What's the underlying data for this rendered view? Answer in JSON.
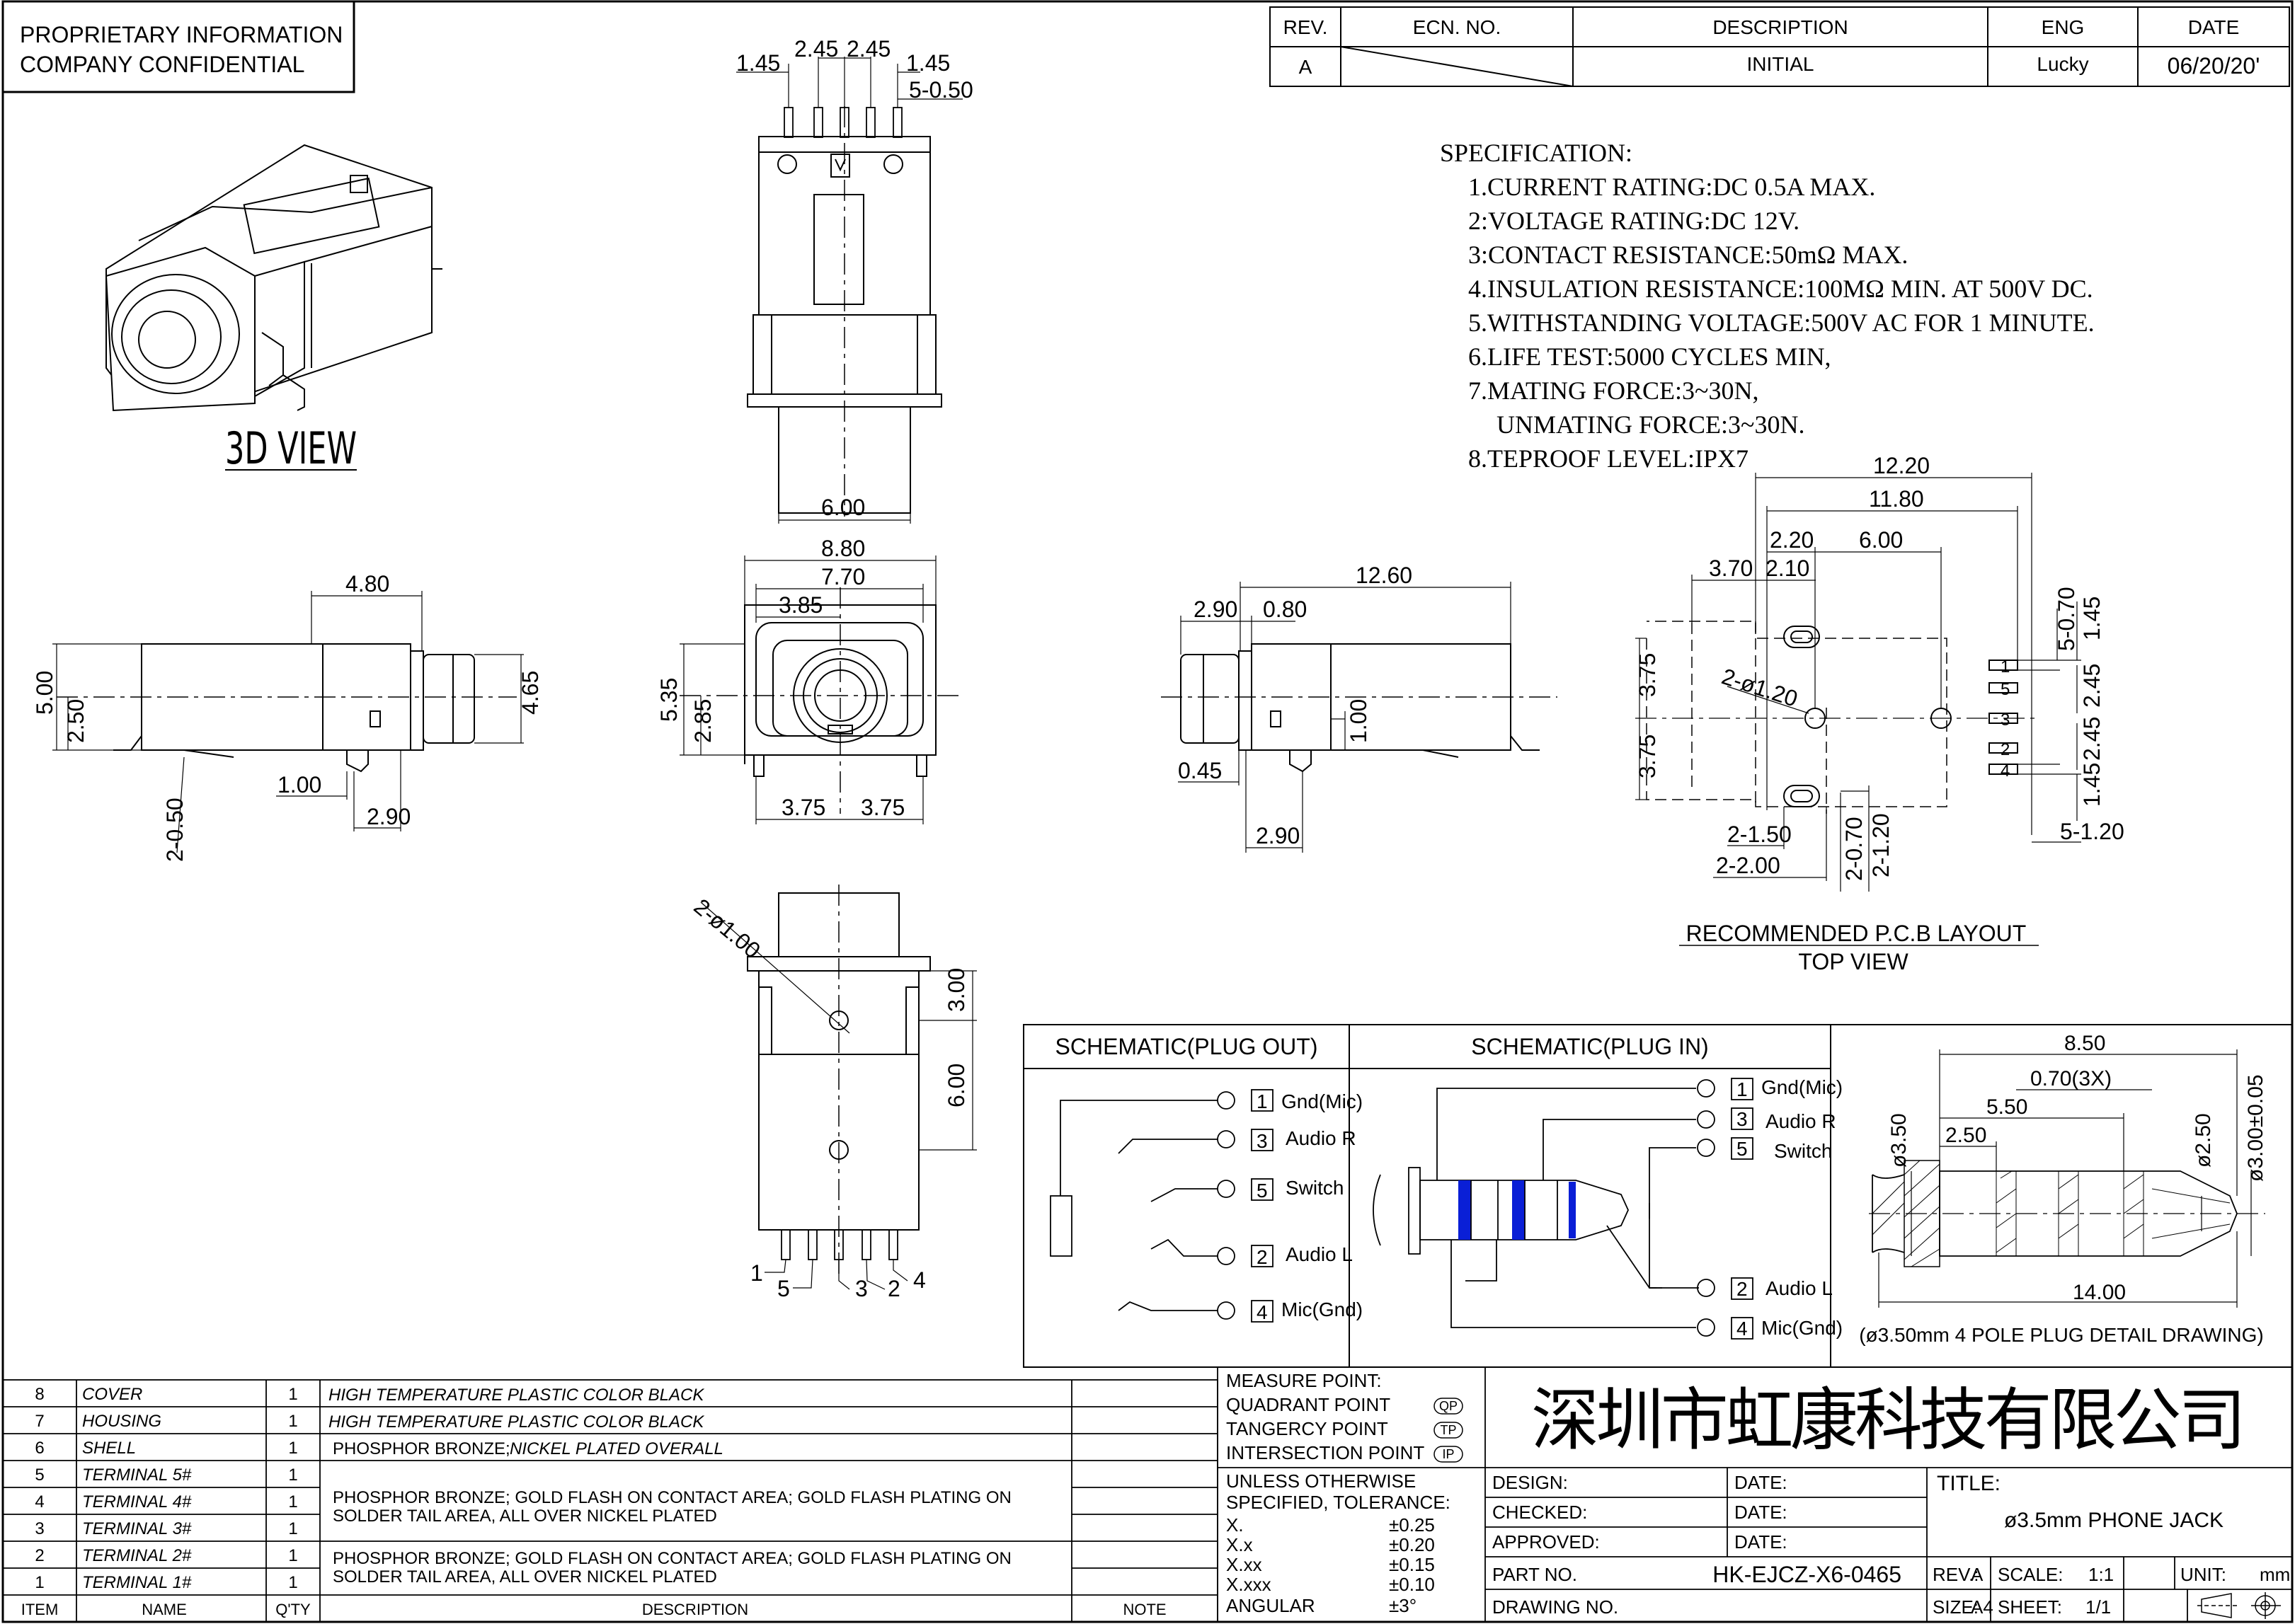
{
  "confidential": {
    "line1": "PROPRIETARY INFORMATION",
    "line2": "COMPANY CONFIDENTIAL"
  },
  "revision": {
    "headers": [
      "REV.",
      "ECN. NO.",
      "DESCRIPTION",
      "ENG",
      "DATE"
    ],
    "row": {
      "rev": "A",
      "description": "INITIAL",
      "eng": "Lucky",
      "date": "06/20/20'"
    }
  },
  "specification": {
    "title": "SPECIFICATION:",
    "items": [
      "1.CURRENT RATING:DC 0.5A MAX.",
      "2:VOLTAGE RATING:DC 12V.",
      "3:CONTACT RESISTANCE:50mΩ MAX.",
      "4.INSULATION RESISTANCE:100MΩ MIN. AT 500V DC.",
      "5.WITHSTANDING VOLTAGE:500V AC FOR 1 MINUTE.",
      "6.LIFE TEST:5000 CYCLES MIN,",
      "7.MATING FORCE:3~30N,",
      "UNMATING FORCE:3~30N.",
      "8.TEPROOF LEVEL:IPX7"
    ]
  },
  "view3d_label": "3D VIEW",
  "top_view_dims": {
    "d1": "1.45",
    "d2": "2.45",
    "d3": "2.45",
    "d4": "1.45",
    "d5": "5-0.50",
    "d6": "6.00"
  },
  "side_view_dims": {
    "d1": "4.80",
    "d2": "5.00",
    "d3": "2.50",
    "d4": "4.65",
    "d5": "1.00",
    "d6": "2.90",
    "d7": "2-0.50"
  },
  "front_view_dims": {
    "d1": "8.80",
    "d2": "7.70",
    "d3": "3.85",
    "d4": "5.35",
    "d5": "2.85",
    "d6": "3.75",
    "d7": "3.75"
  },
  "right_view_dims": {
    "d1": "12.60",
    "d2": "2.90",
    "d3": "0.80",
    "d4": "1.00",
    "d5": "0.45",
    "d6": "2.90"
  },
  "bottom_view_dims": {
    "d1": "2-ø1.00",
    "d2": "3.00",
    "d3": "6.00",
    "pins": [
      "1",
      "5",
      "3",
      "2",
      "4"
    ]
  },
  "pcb_layout": {
    "title": "RECOMMENDED P.C.B LAYOUT",
    "subtitle": "TOP VIEW",
    "dims": {
      "d1": "12.20",
      "d2": "11.80",
      "d3": "2.20",
      "d4": "6.00",
      "d5": "3.70",
      "d6": "2.10",
      "d7": "2-ø1.20",
      "d8": "3.75",
      "d9": "3.75",
      "d10": "5-0.70",
      "d11": "1.45",
      "d12": "2.45",
      "d13": "2.45",
      "d14": "1.45",
      "d15": "5-1.20",
      "d16": "2-1.50",
      "d17": "2-2.00",
      "d18": "2-0.70",
      "d19": "2-1.20"
    },
    "pins": [
      "1",
      "5",
      "3",
      "2",
      "4"
    ]
  },
  "schematic_out": {
    "title": "SCHEMATIC(PLUG OUT)",
    "terminals": [
      {
        "num": "1",
        "label": "Gnd(Mic)"
      },
      {
        "num": "3",
        "label": "Audio R"
      },
      {
        "num": "5",
        "label": "Switch"
      },
      {
        "num": "2",
        "label": "Audio L"
      },
      {
        "num": "4",
        "label": "Mic(Gnd)"
      }
    ]
  },
  "schematic_in": {
    "title": "SCHEMATIC(PLUG IN)",
    "terminals": [
      {
        "num": "1",
        "label": "Gnd(Mic)"
      },
      {
        "num": "3",
        "label": "Audio R"
      },
      {
        "num": "5",
        "label": "Switch"
      },
      {
        "num": "2",
        "label": "Audio L"
      },
      {
        "num": "4",
        "label": "Mic(Gnd)"
      }
    ]
  },
  "plug_detail": {
    "caption": "(ø3.50mm 4 POLE PLUG DETAIL DRAWING)",
    "dims": {
      "d1": "8.50",
      "d2": "0.70(3X)",
      "d3": "5.50",
      "d4": "2.50",
      "d5": "ø3.50",
      "d6": "ø2.50",
      "d7": "ø3.00±0.05",
      "d8": "14.00"
    }
  },
  "bom": {
    "headers": {
      "item": "ITEM",
      "name": "NAME",
      "qty": "Q'TY",
      "description": "DESCRIPTION",
      "note": "NOTE"
    },
    "rows": [
      {
        "item": "8",
        "name": "COVER",
        "qty": "1"
      },
      {
        "item": "7",
        "name": "HOUSING",
        "qty": "1"
      },
      {
        "item": "6",
        "name": "SHELL",
        "qty": "1"
      },
      {
        "item": "5",
        "name": "TERMINAL 5#",
        "qty": "1"
      },
      {
        "item": "4",
        "name": "TERMINAL 4#",
        "qty": "1"
      },
      {
        "item": "3",
        "name": "TERMINAL 3#",
        "qty": "1"
      },
      {
        "item": "2",
        "name": "TERMINAL 2#",
        "qty": "1"
      },
      {
        "item": "1",
        "name": "TERMINAL 1#",
        "qty": "1"
      }
    ],
    "descriptions": {
      "cover": "HIGH TEMPERATURE PLASTIC COLOR BLACK",
      "housing": "HIGH TEMPERATURE PLASTIC COLOR BLACK",
      "shell_a": "PHOSPHOR BRONZE;",
      "shell_b": "NICKEL PLATED OVERALL",
      "term_a1": "PHOSPHOR BRONZE; GOLD FLASH ON CONTACT AREA;  GOLD FLASH PLATING ON",
      "term_a2": "SOLDER TAIL AREA, ALL OVER NICKEL PLATED",
      "term_b1": "PHOSPHOR BRONZE; GOLD FLASH ON CONTACT AREA;  GOLD FLASH PLATING ON",
      "term_b2": "SOLDER TAIL AREA, ALL OVER NICKEL PLATED"
    }
  },
  "measure": {
    "title": "MEASURE POINT:",
    "items": [
      {
        "label": "QUADRANT POINT",
        "tag": "QP"
      },
      {
        "label": "TANGERCY POINT",
        "tag": "TP"
      },
      {
        "label": "INTERSECTION POINT",
        "tag": "IP"
      }
    ]
  },
  "tolerance": {
    "title1": "UNLESS OTHERWISE",
    "title2": "SPECIFIED, TOLERANCE:",
    "rows": [
      {
        "k": "X.",
        "v": "±0.25"
      },
      {
        "k": "X.x",
        "v": "±0.20"
      },
      {
        "k": "X.xx",
        "v": "±0.15"
      },
      {
        "k": "X.xxx",
        "v": "±0.10"
      },
      {
        "k": "ANGULAR",
        "v": "±3°"
      }
    ]
  },
  "company": "深圳市虹康科技有限公司",
  "titleblock": {
    "design": "DESIGN:",
    "checked": "CHECKED:",
    "approved": "APPROVED:",
    "date": "DATE:",
    "title_label": "TITLE:",
    "title": "ø3.5mm PHONE JACK",
    "part_label": "PART NO.",
    "part_no": "HK-EJCZ-X6-0465",
    "drawing_label": "DRAWING NO.",
    "rev_label": "REV.:",
    "rev": "A",
    "scale_label": "SCALE:",
    "scale": "1:1",
    "unit_label": "UNIT:",
    "unit": "mm",
    "size_label": "SIZE:",
    "size": "A4",
    "sheet_label": "SHEET:",
    "sheet": "1/1"
  },
  "colors": {
    "ink": "#000000",
    "band": "#0a1fd6"
  }
}
